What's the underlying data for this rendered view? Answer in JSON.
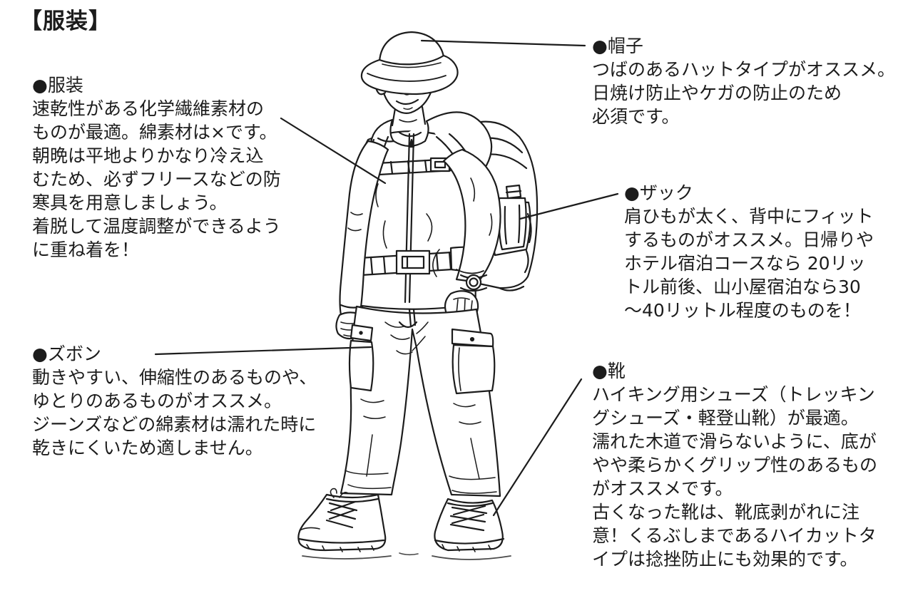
{
  "page": {
    "title": "【服装】"
  },
  "annotations": {
    "outfit": {
      "heading": "●服装",
      "body": "速乾性がある化学繊維素材の\nものが最適。綿素材は×です。\n朝晩は平地よりかなり冷え込\nむため、必ずフリースなどの防\n寒具を用意しましょう。\n着脱して温度調整ができるよう\nに重ね着を！"
    },
    "hat": {
      "heading": "●帽子",
      "body": "つばのあるハットタイプがオススメ。\n日焼け防止やケガの防止のため\n必須です。"
    },
    "backpack": {
      "heading": "●ザック",
      "body": "肩ひもが太く、背中にフィット\nするものがオススメ。日帰りや\nホテル宿泊コースなら 20リッ\nトル前後、山小屋宿泊なら30\n～40リットル程度のものを！"
    },
    "pants": {
      "heading": "●ズボン",
      "body": "動きやすい、伸縮性のあるものや、\nゆとりのあるものがオススメ。\nジーンズなどの綿素材は濡れた時に\n乾きにくいため適しません。"
    },
    "shoes": {
      "heading": "●靴",
      "body": "ハイキング用シューズ（トレッキン\nグシューズ・軽登山靴）が最適。\n濡れた木道で滑らないように、底が\nやや柔らかくグリップ性のあるもの\nがオススメです。\n古くなった靴は、靴底剥がれに注\n意！くるぶしまであるハイカットタ\nイプは捻挫防止にも効果的です。"
    }
  },
  "illustration": {
    "name": "hiker-line-drawing"
  },
  "colors": {
    "ink": "#1c1c1c",
    "background": "#ffffff"
  }
}
